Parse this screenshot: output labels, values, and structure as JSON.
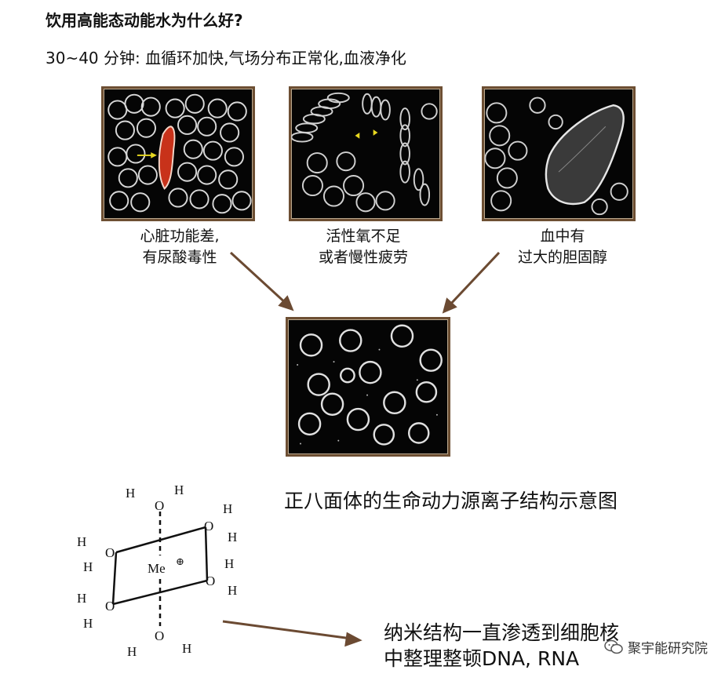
{
  "heading": "饮用高能态动能水为什么好?",
  "subheading": "30~40 分钟: 血循环加快,气场分布正常化,血液净化",
  "captions": [
    {
      "line1": "心脏功能差,",
      "line2": "有尿酸毒性"
    },
    {
      "line1": "活性氧不足",
      "line2": "或者慢性疲劳"
    },
    {
      "line1": "血中有",
      "line2": "过大的胆固醇"
    }
  ],
  "diagram": {
    "title": "正八面体的生命动力源离子结构示意图",
    "center": "Me",
    "center_charge": "⊕",
    "atom_o": "O",
    "atom_h": "H"
  },
  "bottom_text": {
    "line1": "纳米结构一直渗透到细胞核",
    "line2": "中整理整顿DNA, RNA"
  },
  "watermark": {
    "icon": "wechat-icon",
    "text": "聚宇能研究院"
  },
  "colors": {
    "frame": "#6d4f33",
    "arrow": "#6b4a32",
    "blood_red": "#c8321a"
  }
}
